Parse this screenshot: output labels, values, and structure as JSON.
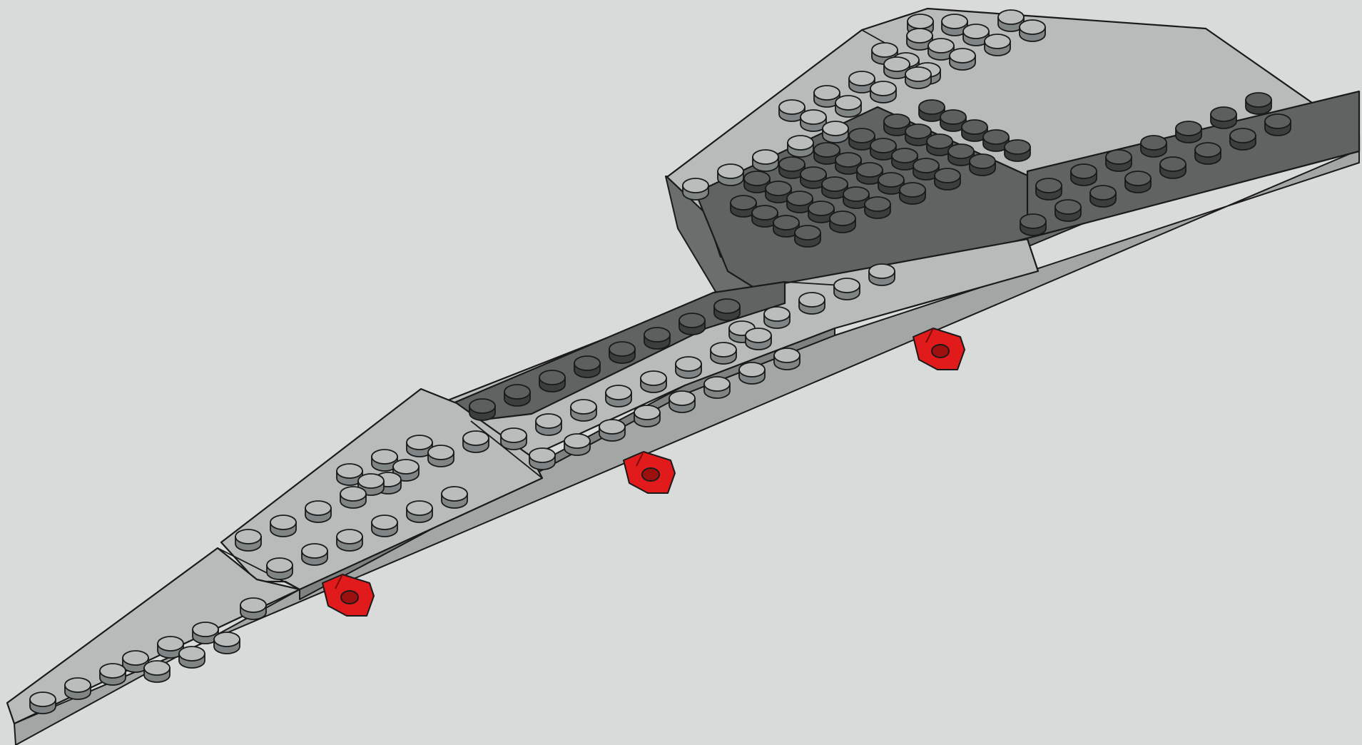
{
  "scene": {
    "subject": "",
    "colors": {
      "background": "#d9dada",
      "light_plate": "#b7bbba",
      "light_plate_side": "#8f9493",
      "dark_plate": "#5f6462",
      "dark_plate_side": "#434746",
      "light_stud_top": "#b9bdbc",
      "light_stud_side": "#7f8584",
      "dark_stud_top": "#5b605e",
      "dark_stud_side": "#3a3e3d",
      "clip_red": "#e11b1b",
      "outline": "#1a1a1a"
    },
    "parts": [
      {
        "name": "rear-wing-plate",
        "color": "light"
      },
      {
        "name": "rear-center-plate",
        "color": "dark"
      },
      {
        "name": "mid-plate-dark-strip",
        "color": "dark"
      },
      {
        "name": "mid-plate-light",
        "color": "light"
      },
      {
        "name": "front-wedge-plate",
        "color": "light"
      },
      {
        "name": "nose-wedge-plate",
        "color": "light"
      }
    ],
    "clips": [
      {
        "name": "red-clip-front",
        "color": "red"
      },
      {
        "name": "red-clip-middle",
        "color": "red"
      },
      {
        "name": "red-clip-rear",
        "color": "red"
      }
    ]
  }
}
